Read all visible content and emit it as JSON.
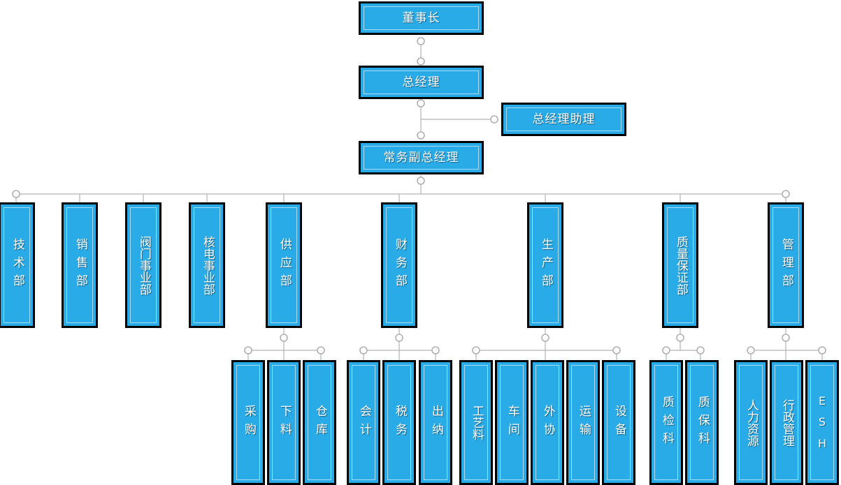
{
  "diagram": {
    "title": "Organization Chart",
    "colors": {
      "box_fill": "#29abe8",
      "box_border": "#000000",
      "box_inner_outline": "#a8dcf5",
      "text": "#ffffff",
      "connector_line": "#b3b3b3",
      "connector_node_stroke": "#b0b0b0",
      "background": "#ffffff"
    }
  },
  "nodes": {
    "chairman": {
      "label": "董事长"
    },
    "general_manager": {
      "label": "总经理"
    },
    "gm_assistant": {
      "label": "总经理助理"
    },
    "executive_deputy_gm": {
      "label": "常务副总经理"
    }
  },
  "departments": [
    {
      "id": "technology",
      "label": "技术部",
      "chars": 3,
      "spacing": "loose"
    },
    {
      "id": "sales",
      "label": "销售部",
      "chars": 3,
      "spacing": "loose"
    },
    {
      "id": "valve",
      "label": "阀门事业部",
      "chars": 5,
      "spacing": "tight"
    },
    {
      "id": "nuclear",
      "label": "核电事业部",
      "chars": 5,
      "spacing": "tight"
    },
    {
      "id": "supply",
      "label": "供应部",
      "chars": 3,
      "spacing": "loose"
    },
    {
      "id": "finance",
      "label": "财务部",
      "chars": 3,
      "spacing": "loose"
    },
    {
      "id": "production",
      "label": "生产部",
      "chars": 3,
      "spacing": "loose"
    },
    {
      "id": "quality",
      "label": "质量保证部",
      "chars": 5,
      "spacing": "tight"
    },
    {
      "id": "management",
      "label": "管理部",
      "chars": 3,
      "spacing": "loose"
    }
  ],
  "sub_departments": {
    "supply": [
      {
        "id": "purchasing",
        "label": "采购",
        "chars": 2
      },
      {
        "id": "blanking",
        "label": "下料",
        "chars": 2
      },
      {
        "id": "warehouse",
        "label": "仓库",
        "chars": 2
      }
    ],
    "finance": [
      {
        "id": "accounting",
        "label": "会计",
        "chars": 2
      },
      {
        "id": "tax",
        "label": "税务",
        "chars": 2
      },
      {
        "id": "cashier",
        "label": "出纳",
        "chars": 2
      }
    ],
    "production": [
      {
        "id": "process",
        "label": "工艺料",
        "chars": 3
      },
      {
        "id": "workshop",
        "label": "车间",
        "chars": 2
      },
      {
        "id": "outsource",
        "label": "外协",
        "chars": 2
      },
      {
        "id": "transport",
        "label": "运输",
        "chars": 2
      },
      {
        "id": "equipment",
        "label": "设备",
        "chars": 2
      }
    ],
    "quality": [
      {
        "id": "inspection",
        "label": "质检科",
        "chars": 3
      },
      {
        "id": "assurance",
        "label": "质保科",
        "chars": 3
      }
    ],
    "management": [
      {
        "id": "hr",
        "label": "人力资源",
        "chars": 4
      },
      {
        "id": "admin",
        "label": "行政管理",
        "chars": 4
      },
      {
        "id": "esh",
        "label": "E\nS\nH",
        "chars": 3
      }
    ]
  }
}
